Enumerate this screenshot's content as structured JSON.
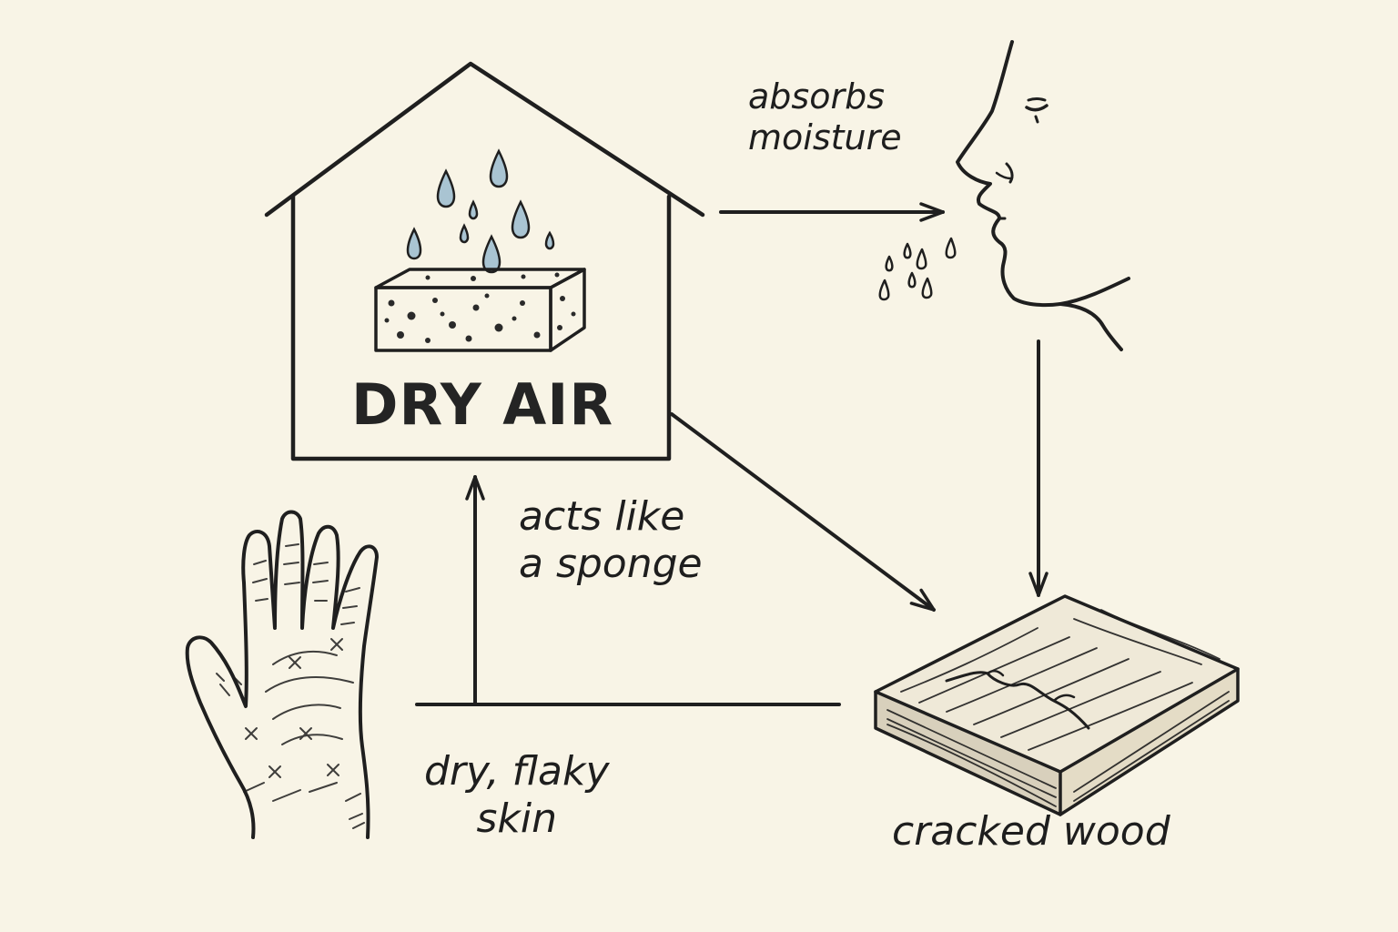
{
  "house": {
    "label": "DRY AIR",
    "sponge_color": "#f3e2a8",
    "drop_color": "#a9c4d2"
  },
  "edges": {
    "absorbs": [
      "absorbs",
      "moisture"
    ],
    "sponge": [
      "acts like",
      "a sponge"
    ]
  },
  "nodes": {
    "skin": [
      "dry, flaky",
      "skin"
    ],
    "wood": "cracked wood"
  },
  "colors": {
    "background": "#f8f4e6",
    "ink": "#1f1f1f",
    "wood_shade": "#d8d0bc"
  }
}
